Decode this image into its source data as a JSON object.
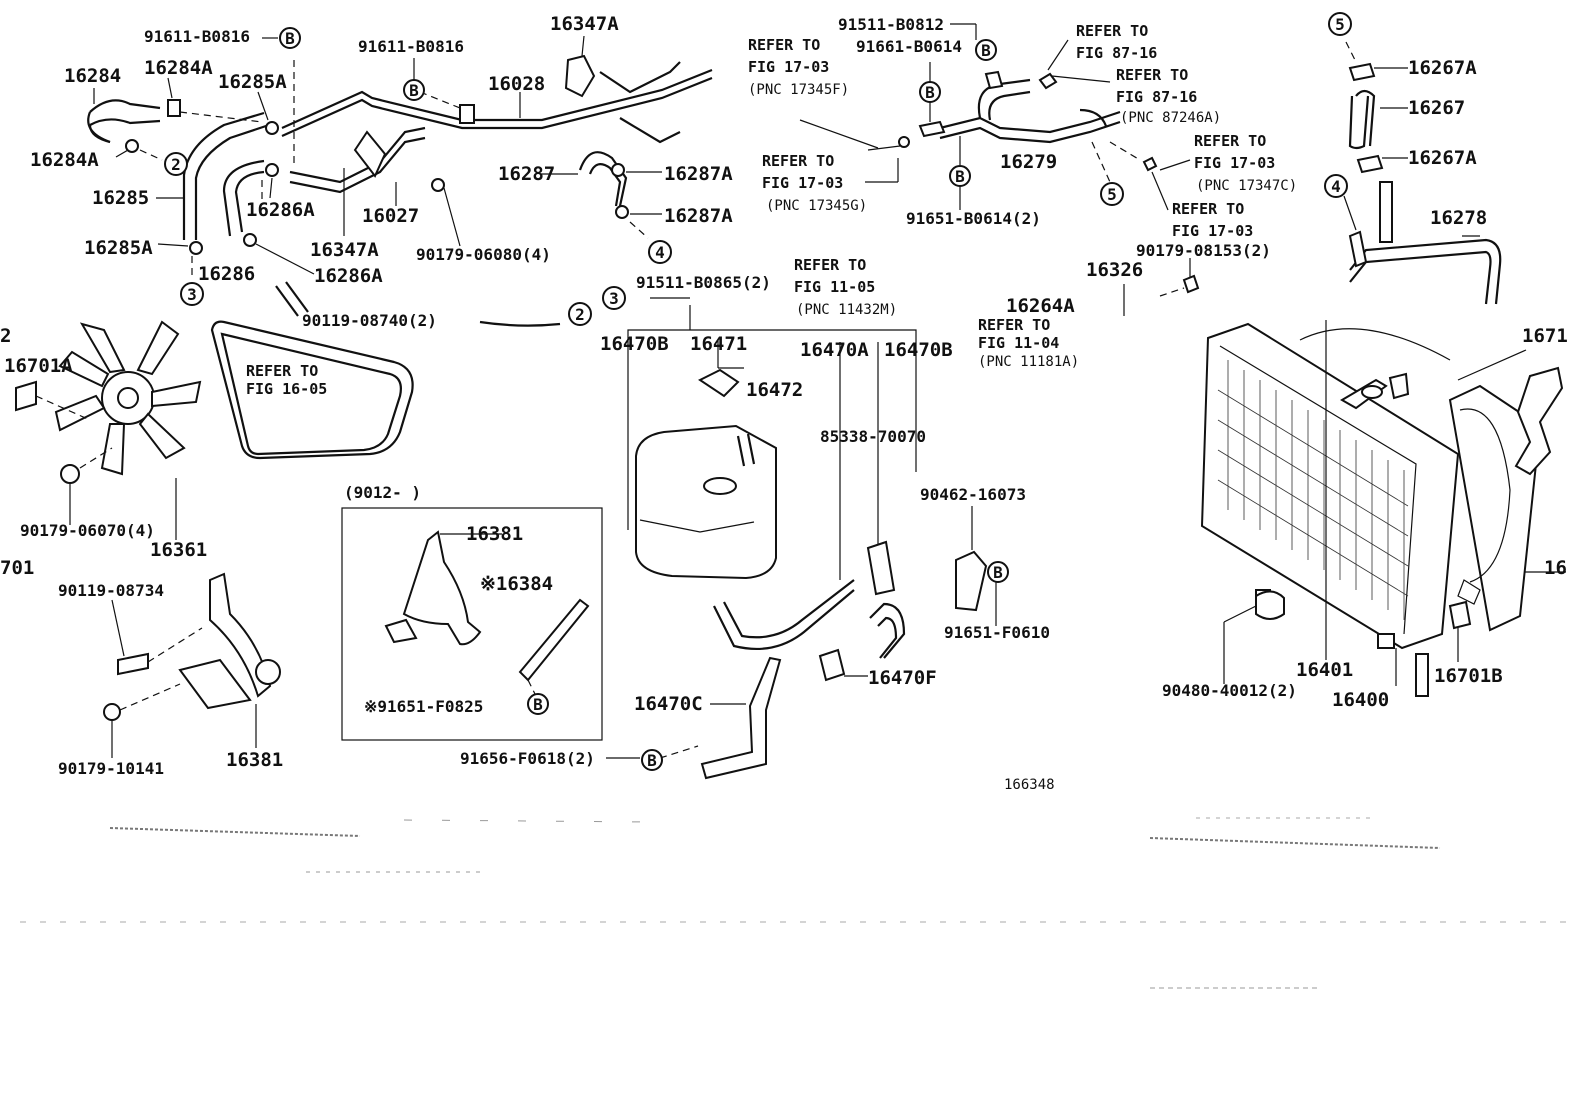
{
  "diagram": {
    "figure_number": "166348",
    "serial_bracket": "(9012-       )",
    "labels": {
      "p91611_b0816_a": "91611-B0816",
      "p91611_b0816_b": "91611-B0816",
      "p16347A_top": "16347A",
      "p16284": "16284",
      "p16284A_top": "16284A",
      "p16285A_top": "16285A",
      "p16028": "16028",
      "p16284A": "16284A",
      "p16285": "16285",
      "p16286A_a": "16286A",
      "p16027": "16027",
      "p16347A": "16347A",
      "p90179_06080": "90179-06080(4)",
      "p16287": "16287",
      "p16287A_a": "16287A",
      "p16287A_b": "16287A",
      "p16285A": "16285A",
      "p16286": "16286",
      "p16286A_b": "16286A",
      "p90119_08740": "90119-08740(2)",
      "p16701A": "16701A",
      "p90179_06070": "90179-06070(4)",
      "p16361": "16361",
      "p16701_cut": "701",
      "p12_cut": "2",
      "p90119_08734": "90119-08734",
      "p90179_10141": "90179-10141",
      "p16381_a": "16381",
      "p16381_b": "16381",
      "p16384": "※16384",
      "p91651_f0825": "※91651-F0825",
      "p91511_b0865": "91511-B0865(2)",
      "p16470B_a": "16470B",
      "p16471": "16471",
      "p16472": "16472",
      "p16470A": "16470A",
      "p16470B_b": "16470B",
      "p85338_70070": "85338-70070",
      "p16470C": "16470C",
      "p16470F": "16470F",
      "p91656_f0618": "91656-F0618(2)",
      "p90462_16073": "90462-16073",
      "p91651_f0610": "91651-F0610",
      "p91511_b0812": "91511-B0812",
      "p91661_b0614": "91661-B0614",
      "p16279": "16279",
      "p91651_b0614": "91651-B0614(2)",
      "p90179_08153": "90179-08153(2)",
      "p16326": "16326",
      "p16264A": "16264A",
      "p16267A_a": "16267A",
      "p16267": "16267",
      "p16267A_b": "16267A",
      "p16278": "16278",
      "p1671_cut": "1671",
      "p16_cut": "16",
      "p16401": "16401",
      "p16400": "16400",
      "p16701B": "16701B",
      "p90480_40012": "90480-40012(2)"
    },
    "refer": {
      "fig17_03_a": [
        "REFER TO",
        "FIG 17-03"
      ],
      "fig17_03_a_pnc": "(PNC 17345F)",
      "fig17_03_b": [
        "REFER TO",
        "FIG 17-03"
      ],
      "fig17_03_b_pnc": "(PNC 17345G)",
      "fig87_16_a": [
        "REFER TO",
        "FIG 87-16"
      ],
      "fig87_16_b": [
        "REFER TO",
        "FIG 87-16"
      ],
      "fig87_16_b_pnc": "(PNC 87246A)",
      "fig17_03_c": [
        "REFER TO",
        "FIG 17-03"
      ],
      "fig17_03_c_pnc": "(PNC 17347C)",
      "fig17_03_d": [
        "REFER TO",
        "FIG 17-03"
      ],
      "fig11_05": [
        "REFER TO",
        "FIG 11-05"
      ],
      "fig11_05_pnc": "(PNC 11432M)",
      "fig11_04": [
        "REFER TO",
        "FIG 11-04"
      ],
      "fig11_04_pnc": "(PNC 11181A)",
      "fig16_05": [
        "REFER TO",
        "FIG 16-05"
      ]
    },
    "markers": {
      "b": "B",
      "n2": "2",
      "n3": "3",
      "n4": "4",
      "n5": "5"
    }
  }
}
